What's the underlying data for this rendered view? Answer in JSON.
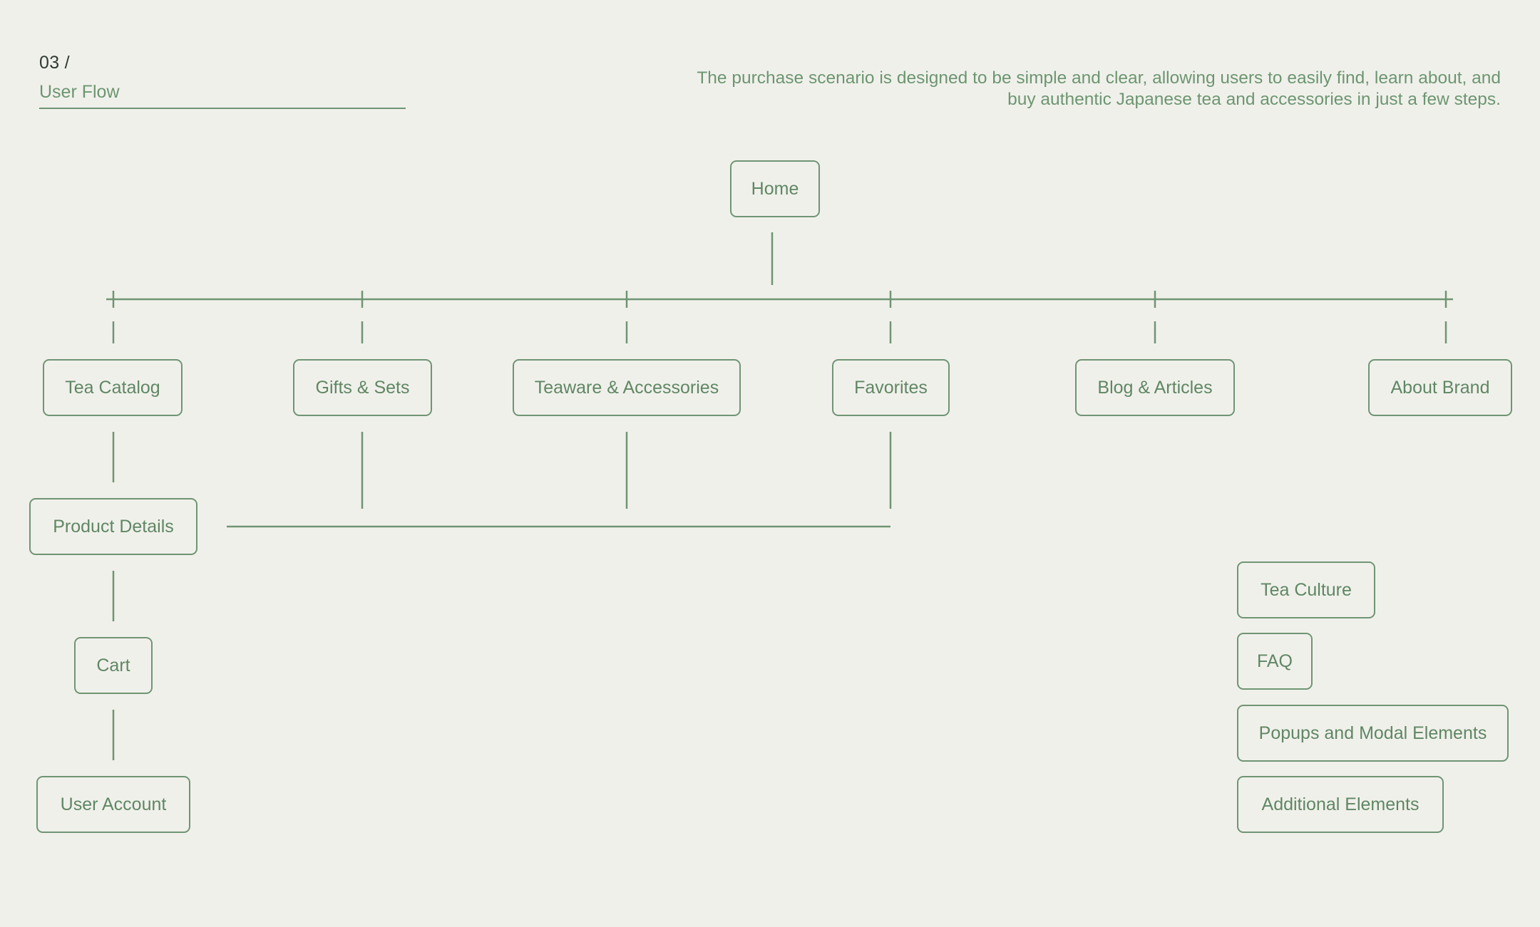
{
  "header": {
    "section_number": "03 /",
    "section_title": "User Flow",
    "description": "The purchase scenario is designed to be simple and clear, allowing users to easily find, learn about, and buy authentic Japanese tea and accessories in just a few steps."
  },
  "colors": {
    "background": "#F0F0EB",
    "line": "#6F9573",
    "text": "#5F8763",
    "heading": "#2F3A33"
  },
  "nodes": {
    "home": "Home",
    "tea_catalog": "Tea Catalog",
    "gifts_sets": "Gifts & Sets",
    "teaware": "Teaware & Accessories",
    "favorites": "Favorites",
    "blog": "Blog & Articles",
    "about": "About Brand",
    "product_details": "Product Details",
    "cart": "Cart",
    "user_account": "User Account",
    "tea_culture": "Tea Culture",
    "faq": "FAQ",
    "popups": "Popups and Modal Elements",
    "additional": "Additional Elements"
  }
}
